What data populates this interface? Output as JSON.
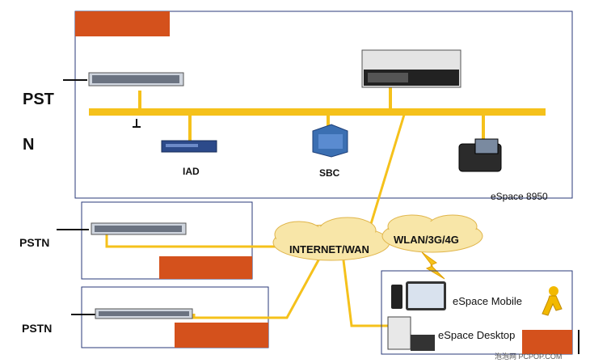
{
  "top_network": {
    "pstn_line1": "PST",
    "pstn_line2": "N",
    "iad_label": "IAD",
    "sbc_label": "SBC",
    "system_label": "eSpace 8950"
  },
  "left_boxes": [
    {
      "label": "PSTN"
    },
    {
      "label": "PSTN"
    }
  ],
  "clouds": {
    "internet": "INTERNET/WAN",
    "wireless": "WLAN/3G/4G"
  },
  "clients": {
    "mobile": "eSpace Mobile",
    "desktop": "eSpace Desktop"
  },
  "watermark": "泡泡网 PCPOP.COM",
  "colors": {
    "bus": "#f5c11b",
    "box_border": "#2a3a7a",
    "orange_tag": "#d4511c"
  }
}
